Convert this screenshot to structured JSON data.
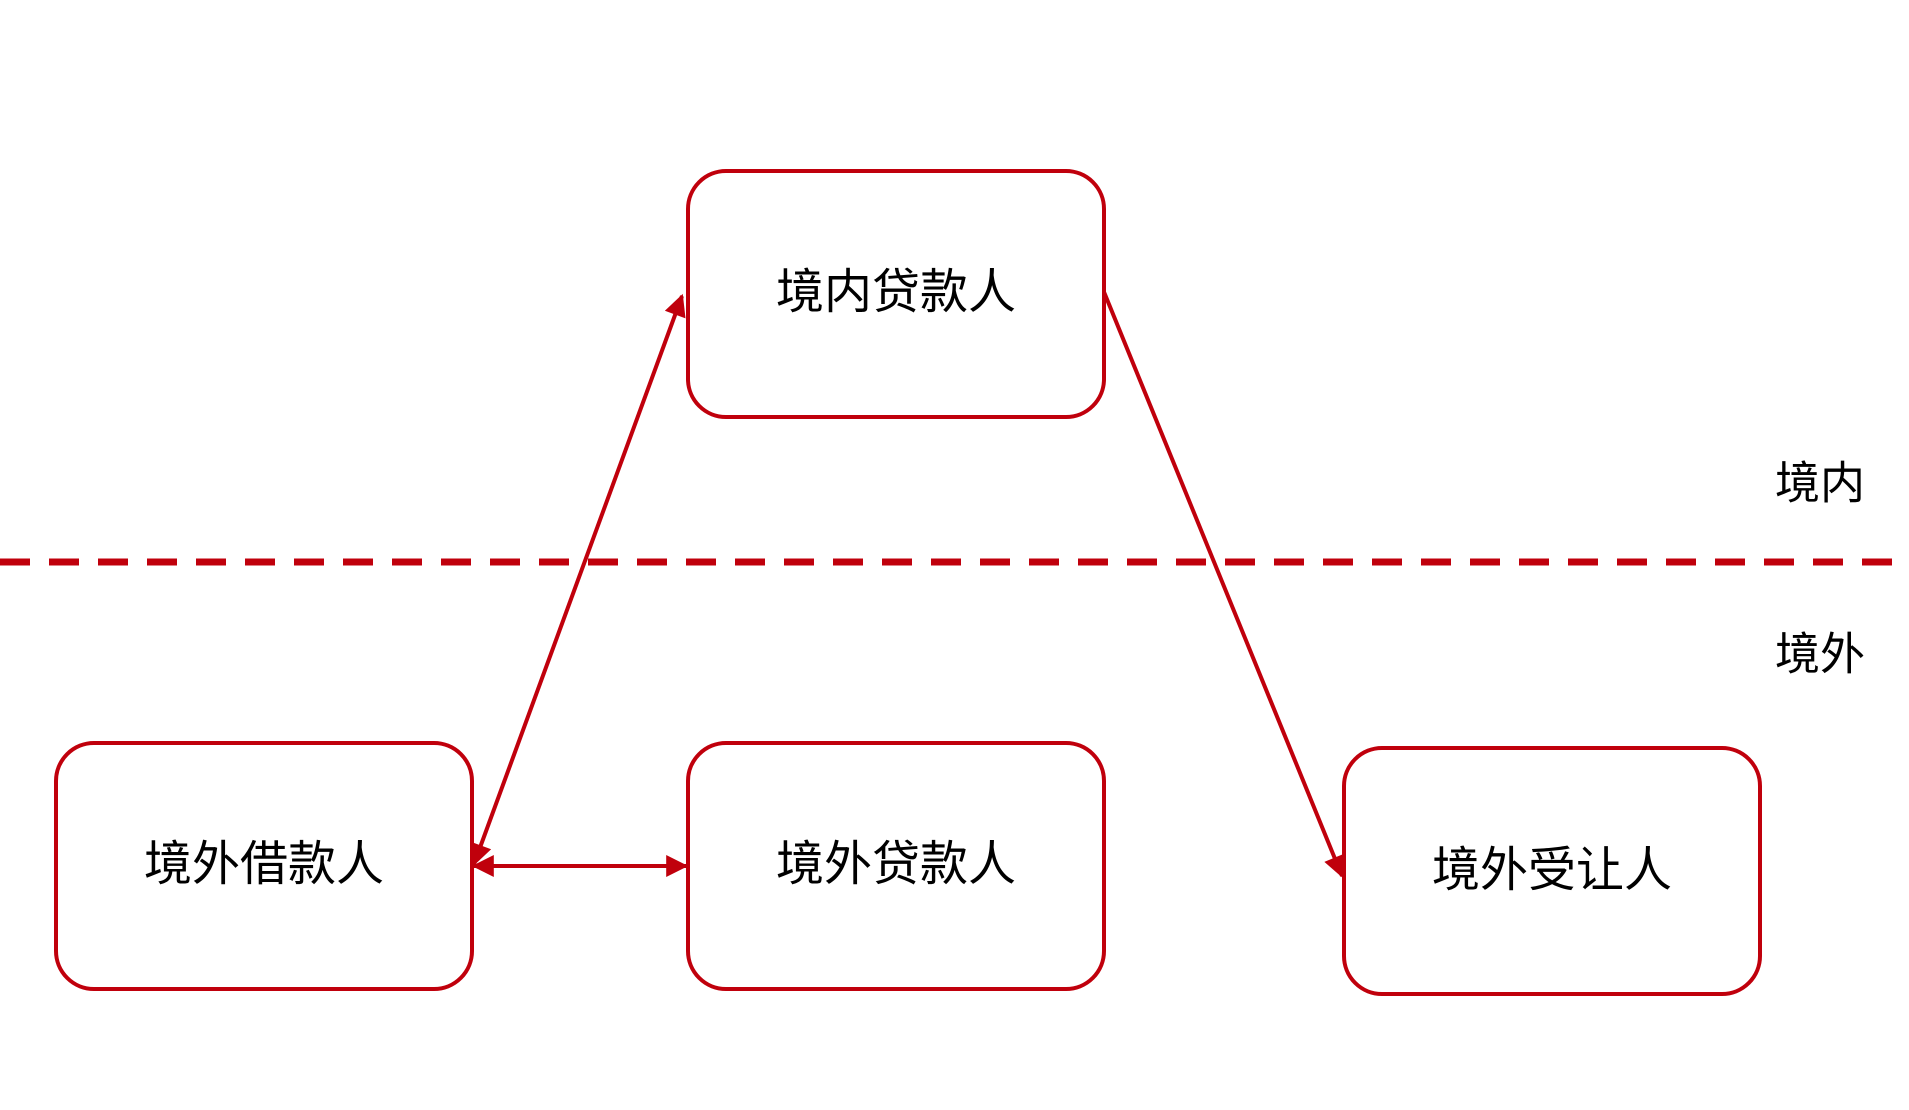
{
  "colors": {
    "accent": "#c0000c",
    "text": "#000000",
    "background": "#ffffff"
  },
  "zones": {
    "domestic": "境内",
    "overseas": "境外"
  },
  "nodes": {
    "domestic_lender": "境内贷款人",
    "overseas_borrower": "境外借款人",
    "overseas_lender": "境外贷款人",
    "overseas_transferee": "境外受让人"
  },
  "edges": [
    {
      "from": "overseas_borrower",
      "to": "domestic_lender",
      "direction": "both"
    },
    {
      "from": "overseas_borrower",
      "to": "overseas_lender",
      "direction": "both"
    },
    {
      "from": "domestic_lender",
      "to": "overseas_transferee",
      "direction": "forward"
    }
  ]
}
